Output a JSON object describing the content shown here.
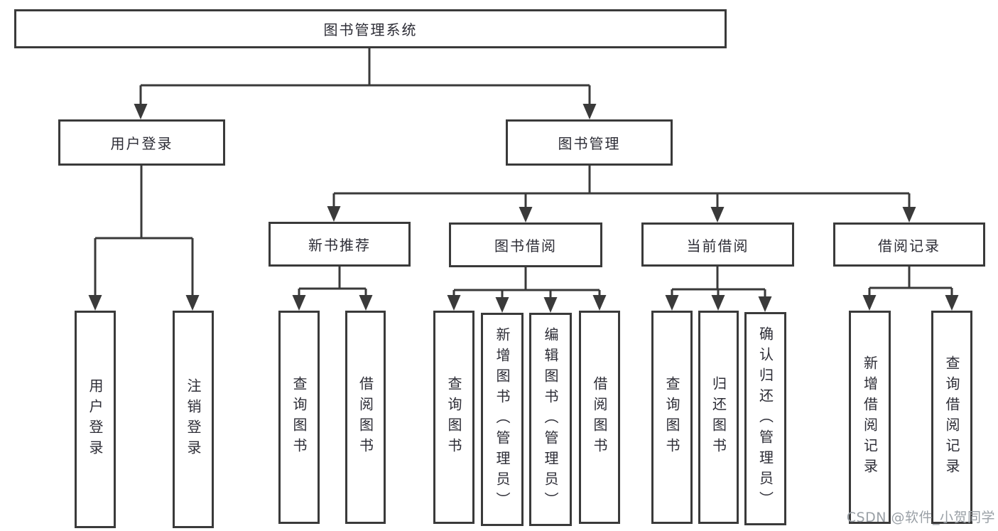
{
  "diagram": {
    "tree": {
      "root": "图书管理系统",
      "login": {
        "label": "用户登录",
        "children": [
          "用户登录",
          "注销登录"
        ]
      },
      "management": {
        "label": "图书管理",
        "sections": [
          {
            "label": "新书推荐",
            "children": [
              "查询图书",
              "借阅图书"
            ]
          },
          {
            "label": "图书借阅",
            "children": [
              "查询图书",
              "新增图书（管理员）",
              "编辑图书（管理员）",
              "借阅图书"
            ]
          },
          {
            "label": "当前借阅",
            "children": [
              "查询图书",
              "归还图书",
              "确认归还（管理员）"
            ]
          },
          {
            "label": "借阅记录",
            "children": [
              "新增借阅记录",
              "查询借阅记录"
            ]
          }
        ]
      }
    },
    "colors": {
      "line": "#3a3a3a",
      "node_border": "#3a3a3a",
      "node_fill": "#ffffff",
      "text": "#2d2d36",
      "watermark": "#9aa0a6",
      "background": "#ffffff"
    }
  },
  "watermark": "CSDN @软件_小贺同学"
}
